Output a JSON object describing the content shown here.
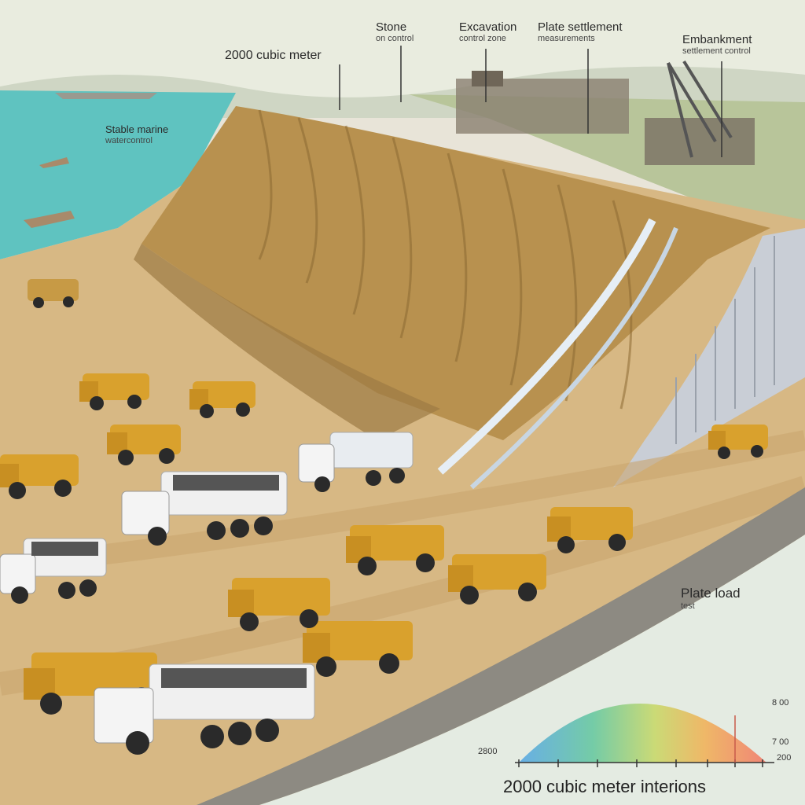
{
  "labels": {
    "volume_top": "2000 cubic meter",
    "stone": {
      "title": "Stone",
      "sub": "on control"
    },
    "borrow": {
      "title": "Excavation",
      "sub": "control zone"
    },
    "plate_test": {
      "title": "Plate settlement",
      "sub": "measurements"
    },
    "embankment": {
      "title": "Embankment",
      "sub": "settlement control"
    },
    "left_water": {
      "title": "Stable marine",
      "sub": "watercontrol"
    },
    "plate_load": {
      "title": "Plate load",
      "sub": "test"
    },
    "bottom_caption": "2000 cubic meter interions",
    "axis_left": "2800",
    "axis_right_top": "8 00",
    "axis_right_mid": "7 00",
    "axis_right_bot": "200"
  },
  "colors": {
    "sky": "#e9ecdf",
    "water": "#5fc3c0",
    "sand": "#d7b884",
    "cliff": "#b8914f",
    "truck_yellow": "#d9a12d",
    "truck_white": "#f0f0f0",
    "wall": "#c9ced6"
  }
}
